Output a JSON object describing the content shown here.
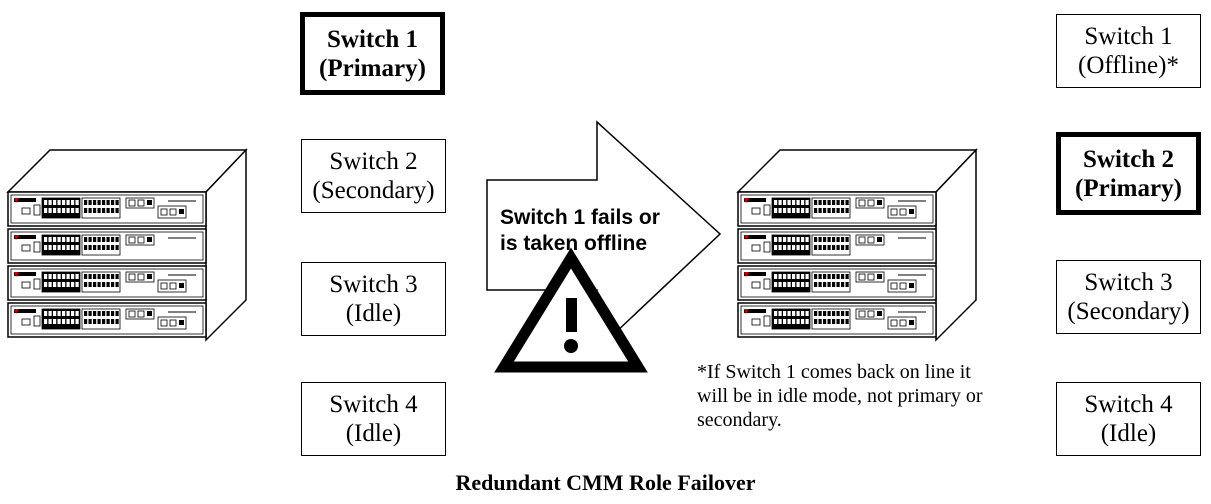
{
  "before": {
    "switches": [
      {
        "name": "Switch 1",
        "role": "(Primary)"
      },
      {
        "name": "Switch 2",
        "role": "(Secondary)"
      },
      {
        "name": "Switch 3",
        "role": "(Idle)"
      },
      {
        "name": "Switch 4",
        "role": "(Idle)"
      }
    ]
  },
  "after": {
    "switches": [
      {
        "name": "Switch 1",
        "role": "(Offline)*"
      },
      {
        "name": "Switch 2",
        "role": "(Primary)"
      },
      {
        "name": "Switch 3",
        "role": "(Secondary)"
      },
      {
        "name": "Switch 4",
        "role": "(Idle)"
      }
    ]
  },
  "transition": {
    "line1": "Switch 1 fails or",
    "line2": "is taken offline"
  },
  "footnote": {
    "line1": "*If Switch 1 comes back on line it",
    "line2": "will be in idle mode, not primary or",
    "line3": "secondary."
  },
  "caption": "Redundant CMM Role Failover"
}
